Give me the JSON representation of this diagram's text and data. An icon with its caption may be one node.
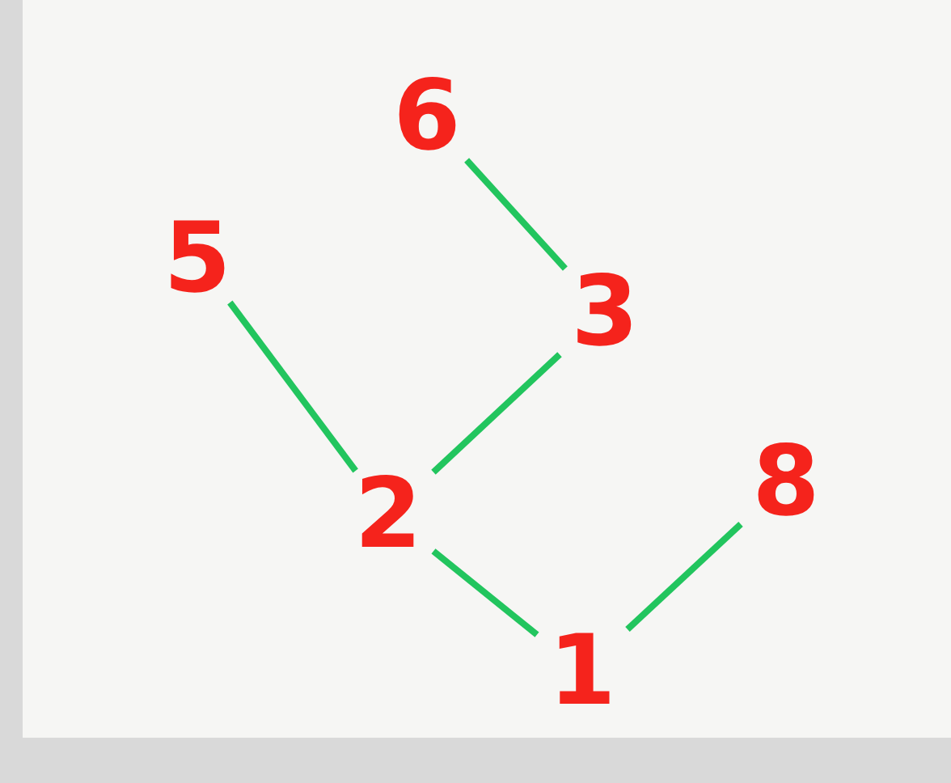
{
  "diagram": {
    "nodes": [
      {
        "text": [
          "6"
        ]
      },
      {
        "text": [
          "5"
        ]
      },
      {
        "text": [
          "3"
        ]
      },
      {
        "text": [
          "8"
        ]
      },
      {
        "text": [
          "2"
        ]
      },
      {
        "text": [
          "1"
        ]
      }
    ],
    "edges": [
      {
        "from": 0,
        "to": 2,
        "arrow": "none"
      },
      {
        "from": 1,
        "to": 4,
        "arrow": "none"
      },
      {
        "from": 2,
        "to": 4,
        "arrow": "none"
      },
      {
        "from": 4,
        "to": 5,
        "arrow": "none"
      },
      {
        "from": 3,
        "to": 5,
        "arrow": "none"
      }
    ]
  }
}
